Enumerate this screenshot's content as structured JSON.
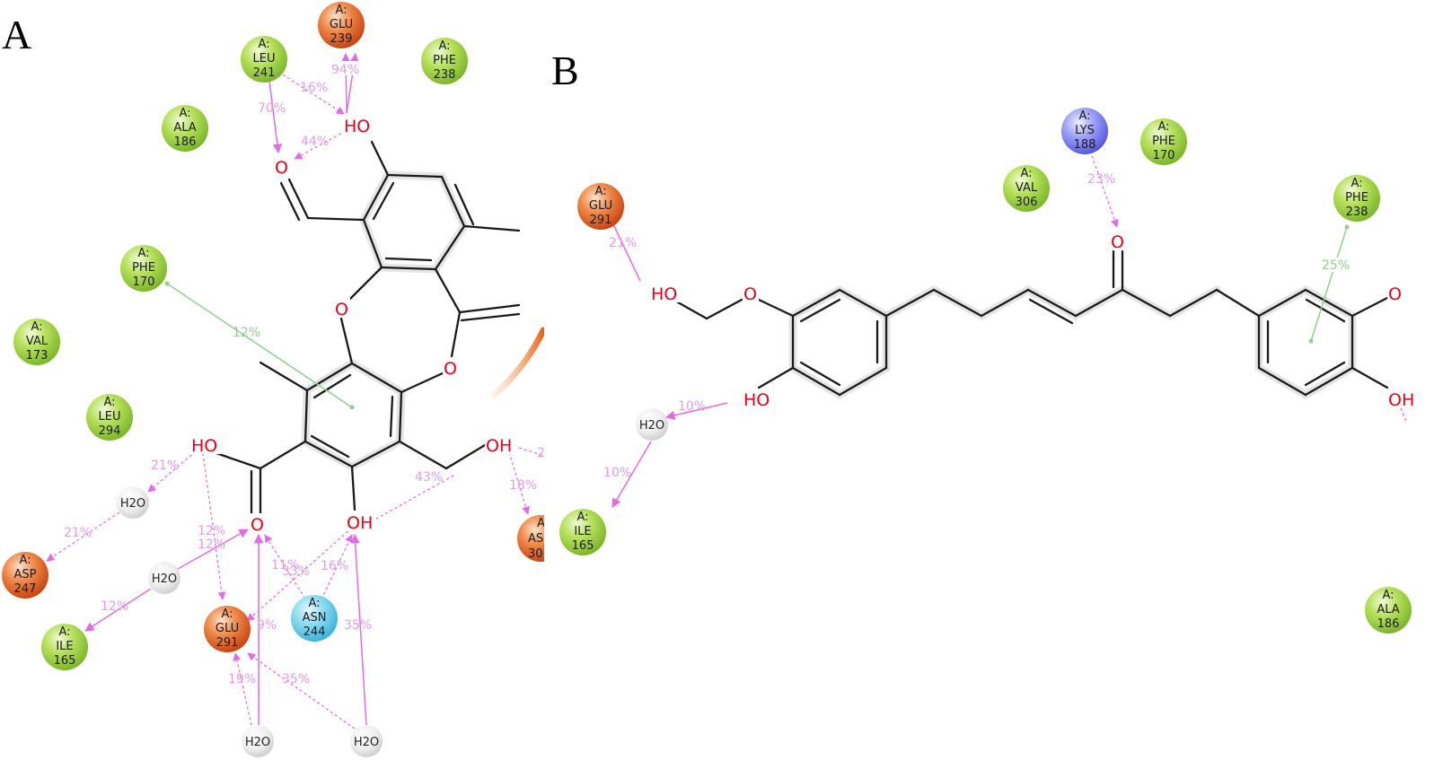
{
  "panels": [
    {
      "id": "A",
      "label": "A",
      "residues": [
        {
          "chain": "A:",
          "name": "GLU",
          "num": "239",
          "type": "acidic"
        },
        {
          "chain": "A:",
          "name": "LEU",
          "num": "241",
          "type": "hydrophobic"
        },
        {
          "chain": "A:",
          "name": "PHE",
          "num": "238",
          "type": "hydrophobic"
        },
        {
          "chain": "A:",
          "name": "ALA",
          "num": "186",
          "type": "hydrophobic"
        },
        {
          "chain": "A:",
          "name": "PHE",
          "num": "170",
          "type": "hydrophobic"
        },
        {
          "chain": "A:",
          "name": "VAL",
          "num": "173",
          "type": "hydrophobic"
        },
        {
          "chain": "A:",
          "name": "LEU",
          "num": "294",
          "type": "hydrophobic"
        },
        {
          "chain": "A:",
          "name": "ASP",
          "num": "247",
          "type": "acidic"
        },
        {
          "chain": "A:",
          "name": "ILE",
          "num": "165",
          "type": "hydrophobic"
        },
        {
          "chain": "A:",
          "name": "GLU",
          "num": "291",
          "type": "acidic"
        },
        {
          "chain": "A:",
          "name": "ASN",
          "num": "244",
          "type": "polar"
        },
        {
          "chain": "A:",
          "name": "AS",
          "num": "30",
          "type": "acidic"
        }
      ],
      "waters": [
        "H2O",
        "H2O",
        "H2O",
        "H2O"
      ],
      "atoms": [
        "HO",
        "O",
        "O",
        "O",
        "HO",
        "O",
        "OH",
        "OH"
      ],
      "interactions": [
        "94%",
        "16%",
        "70%",
        "44%",
        "12%",
        "21%",
        "21%",
        "12%",
        "12%",
        "12%",
        "43%",
        "18%",
        "2",
        "33%",
        "16%",
        "11%",
        "9%",
        "35%",
        "19%",
        "35%"
      ]
    },
    {
      "id": "B",
      "label": "B",
      "residues": [
        {
          "chain": "A:",
          "name": "LYS",
          "num": "188",
          "type": "basic"
        },
        {
          "chain": "A:",
          "name": "PHE",
          "num": "170",
          "type": "hydrophobic"
        },
        {
          "chain": "A:",
          "name": "VAL",
          "num": "306",
          "type": "hydrophobic"
        },
        {
          "chain": "A:",
          "name": "GLU",
          "num": "291",
          "type": "acidic"
        },
        {
          "chain": "A:",
          "name": "PHE",
          "num": "238",
          "type": "hydrophobic"
        },
        {
          "chain": "A:",
          "name": "ILE",
          "num": "165",
          "type": "hydrophobic"
        },
        {
          "chain": "A:",
          "name": "ALA",
          "num": "186",
          "type": "hydrophobic"
        }
      ],
      "waters": [
        "H2O"
      ],
      "atoms": [
        "HO",
        "O",
        "HO",
        "O",
        "O",
        "OH"
      ],
      "interactions": [
        "23%",
        "21%",
        "25%",
        "10%",
        "10%"
      ]
    }
  ],
  "colors": {
    "acidic": "#d9531c",
    "hydrophobic": "#8cc63f",
    "polar": "#5bc8e8",
    "basic": "#6b6bea",
    "hbond": "#e46be6",
    "pi_stacking": "#8fd08f"
  }
}
